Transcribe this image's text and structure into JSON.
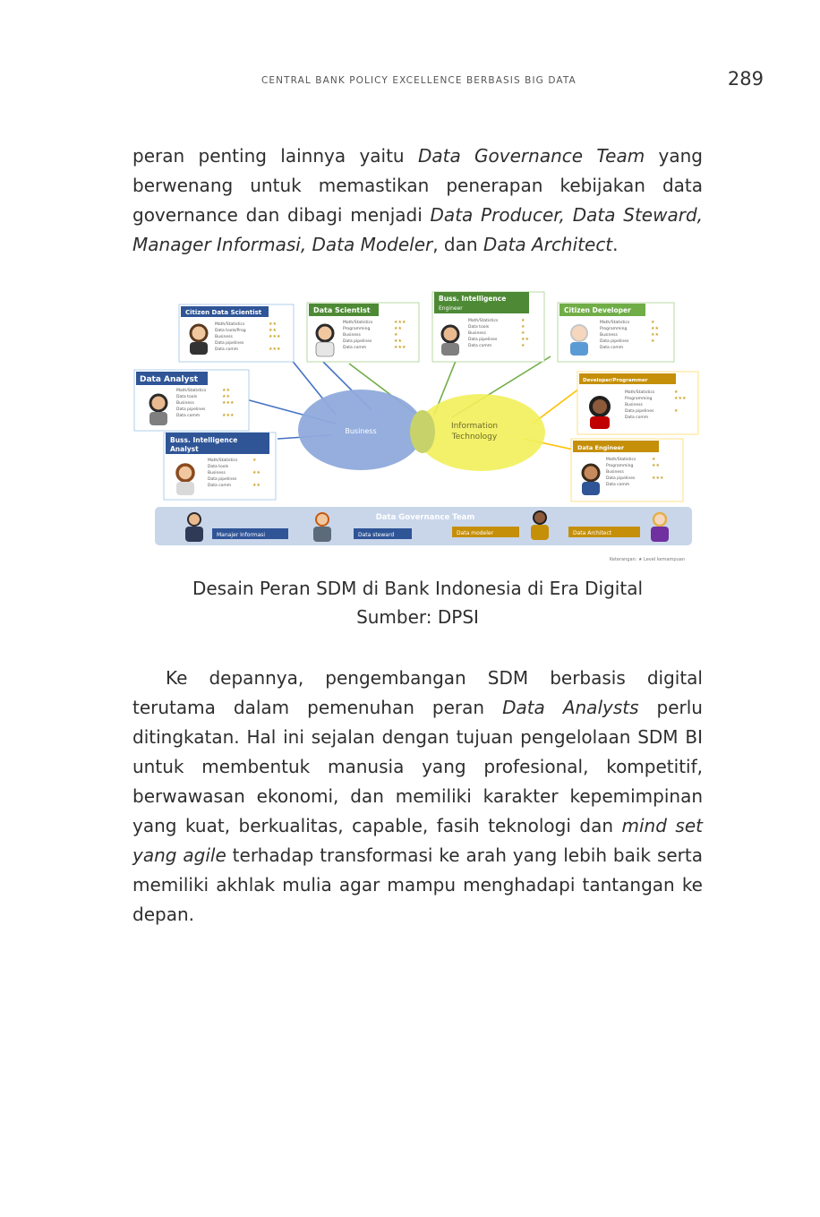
{
  "header": {
    "running_title": "CENTRAL BANK POLICY EXCELLENCE BERBASIS BIG DATA",
    "page_number": "289"
  },
  "paragraph1": {
    "t1": "peran penting lainnya yaitu ",
    "i1": "Data Governance Team",
    "t2": " yang berwenang untuk memastikan penerapan kebijakan data governance dan dibagi menjadi ",
    "i2": "Data Producer, Data Steward, Manager Informasi, Data Modeler",
    "t3": ", dan ",
    "i3": "Data Architect",
    "t4": "."
  },
  "figure": {
    "center": {
      "business": "Business",
      "it_line1": "Information",
      "it_line2": "Technology"
    },
    "roles": {
      "citizen_data_scientist": "Citizen Data Scientist",
      "data_scientist": "Data Scientist",
      "bi_engineer_l1": "Buss. Intelligence",
      "bi_engineer_l2": "Engineer",
      "citizen_developer": "Citizen Developer",
      "data_analyst": "Data Analyst",
      "developer_programmer": "Developer/Programmer",
      "bi_analyst_l1": "Buss. Intelligence",
      "bi_analyst_l2": "Analyst",
      "data_engineer": "Data Engineer"
    },
    "skills": {
      "math": "Math/Statistics",
      "ds_prog": "Data tools/Prog",
      "data_tools": "Data tools",
      "programming": "Programming",
      "business": "Business",
      "pipelines": "Data pipelines",
      "comm": "Data comm"
    },
    "governance": {
      "title": "Data Governance Team",
      "manajer": "Manajer Informasi",
      "steward": "Data steward",
      "modeler": "Data modeler",
      "architect": "Data Architect"
    },
    "legend": "Keterangan: ★ Level kemampuan",
    "colors": {
      "blue_role": "#2f5597",
      "green_role": "#4e8a35",
      "gold_role": "#c58f0a",
      "business_ellipse": "#8faadc",
      "it_ellipse": "#f2ef5a",
      "governance_band": "#c9d6ea"
    }
  },
  "caption": {
    "line1": "Desain Peran SDM di Bank Indonesia di Era Digital",
    "line2": "Sumber: DPSI"
  },
  "paragraph2": {
    "t1": "Ke depannya, pengembangan SDM berbasis digital terutama dalam pemenuhan peran ",
    "i1": "Data Analysts",
    "t2": " perlu ditingkatan. Hal ini sejalan dengan tujuan pengelolaan SDM BI untuk membentuk manusia yang profesional, kompetitif, berwawasan ekonomi, dan memiliki karakter kepemimpinan yang kuat, berkualitas, capable, fasih teknologi dan ",
    "i2": "mind set yang agile",
    "t3": " terhadap transformasi ke arah yang lebih baik serta memiliki akhlak mulia agar mampu menghadapi tantangan ke depan."
  }
}
